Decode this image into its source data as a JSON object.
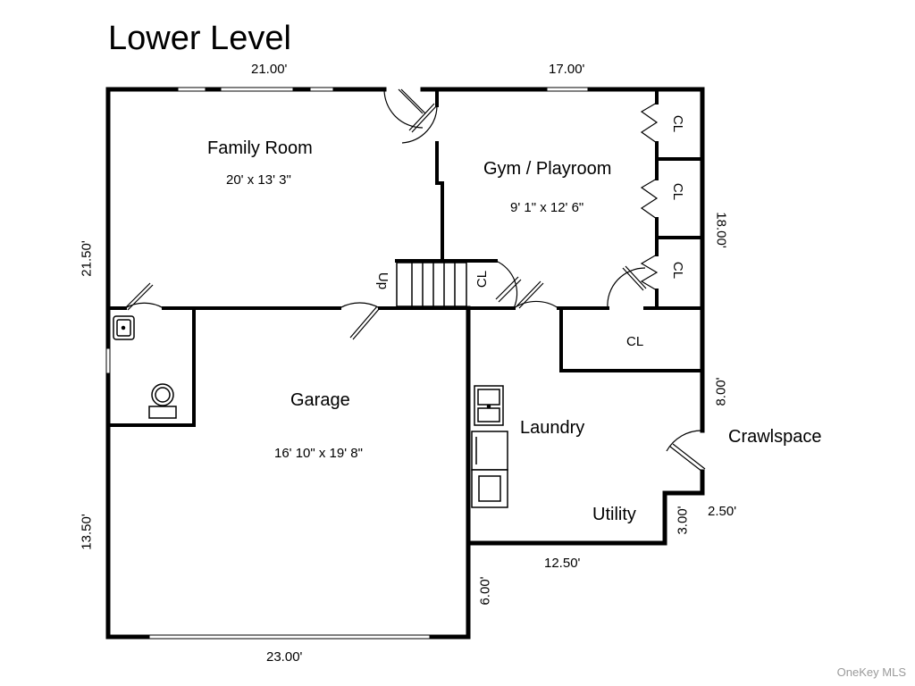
{
  "title": "Lower Level",
  "rooms": {
    "family_room": {
      "name": "Family Room",
      "size": "20' x 13' 3\""
    },
    "gym": {
      "name": "Gym / Playroom",
      "size": "9' 1\" x 12' 6\""
    },
    "garage": {
      "name": "Garage",
      "size": "16' 10\" x 19' 8\""
    },
    "laundry": {
      "name": "Laundry"
    },
    "utility": {
      "name": "Utility"
    },
    "crawlspace": {
      "name": "Crawlspace"
    }
  },
  "closets": {
    "cl1": "CL",
    "cl2": "CL",
    "cl3": "CL",
    "cl4": "CL",
    "cl5": "CL"
  },
  "stairs": {
    "label": "Up"
  },
  "measurements": {
    "top_left": "21.00'",
    "top_right": "17.00'",
    "left_upper": "21.50'",
    "left_lower": "13.50'",
    "right_upper": "18.00'",
    "right_mid": "8.00'",
    "bottom": "23.00'",
    "garage_right": "6.00'",
    "laundry_bottom": "12.50'",
    "step_vertical": "3.00'",
    "step_horizontal": "2.50'"
  },
  "watermark": "OneKey MLS"
}
